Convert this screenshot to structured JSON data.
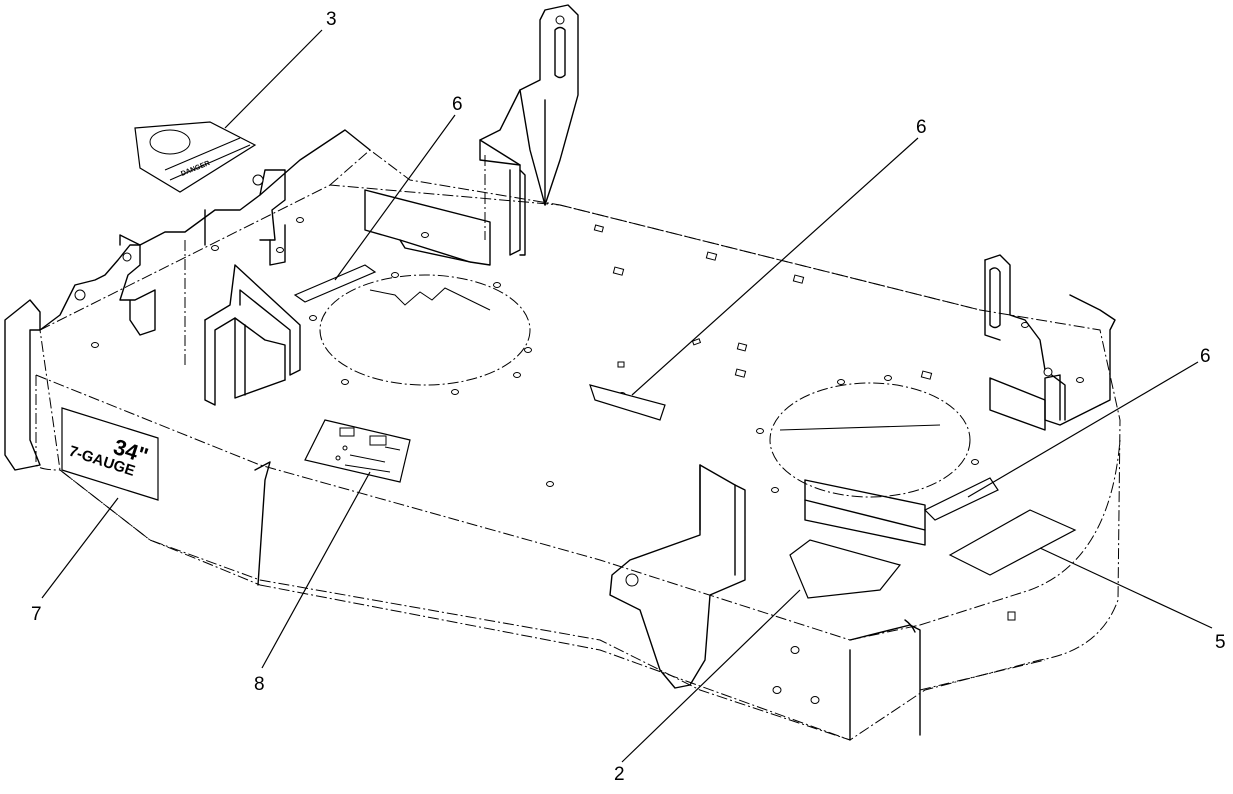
{
  "callouts": [
    {
      "id": "3",
      "label": "3"
    },
    {
      "id": "6a",
      "label": "6"
    },
    {
      "id": "6b",
      "label": "6"
    },
    {
      "id": "6c",
      "label": "6"
    },
    {
      "id": "7",
      "label": "7"
    },
    {
      "id": "8",
      "label": "8"
    },
    {
      "id": "2",
      "label": "2"
    },
    {
      "id": "5",
      "label": "5"
    }
  ],
  "decals": {
    "deck_size_top": "34\"",
    "deck_size_bottom": "7-GAUGE",
    "danger_label": "DANGER"
  },
  "colors": {
    "line": "#000000",
    "background": "#ffffff"
  }
}
